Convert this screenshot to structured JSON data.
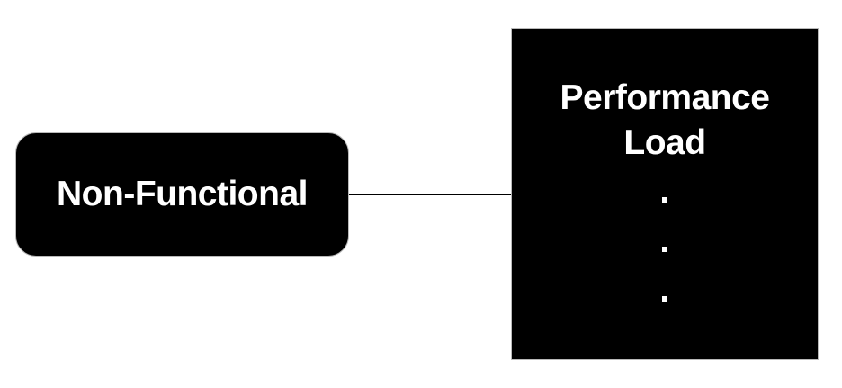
{
  "diagram": {
    "title": "Non-Functional requirements branch",
    "background_color": "#ffffff",
    "node_fill_color": "#000000",
    "node_text_color": "#ffffff",
    "node_border_color": "#b9b9b9",
    "connector_color": "#000000"
  },
  "nodes": {
    "parent": {
      "label": "Non-Functional",
      "shape": "rounded-rectangle"
    },
    "child": {
      "title_lines": [
        "Performance",
        "Load"
      ],
      "shape": "rectangle",
      "bullets": [
        {
          "marker": "dot-marker",
          "label": ""
        },
        {
          "marker": "dot-marker",
          "label": ""
        },
        {
          "marker": "dot-marker",
          "label": ""
        }
      ]
    }
  },
  "connectors": [
    {
      "name": "parent-to-child",
      "from": "Non-Functional",
      "to": "Performance Load",
      "style": "straight-horizontal"
    }
  ]
}
